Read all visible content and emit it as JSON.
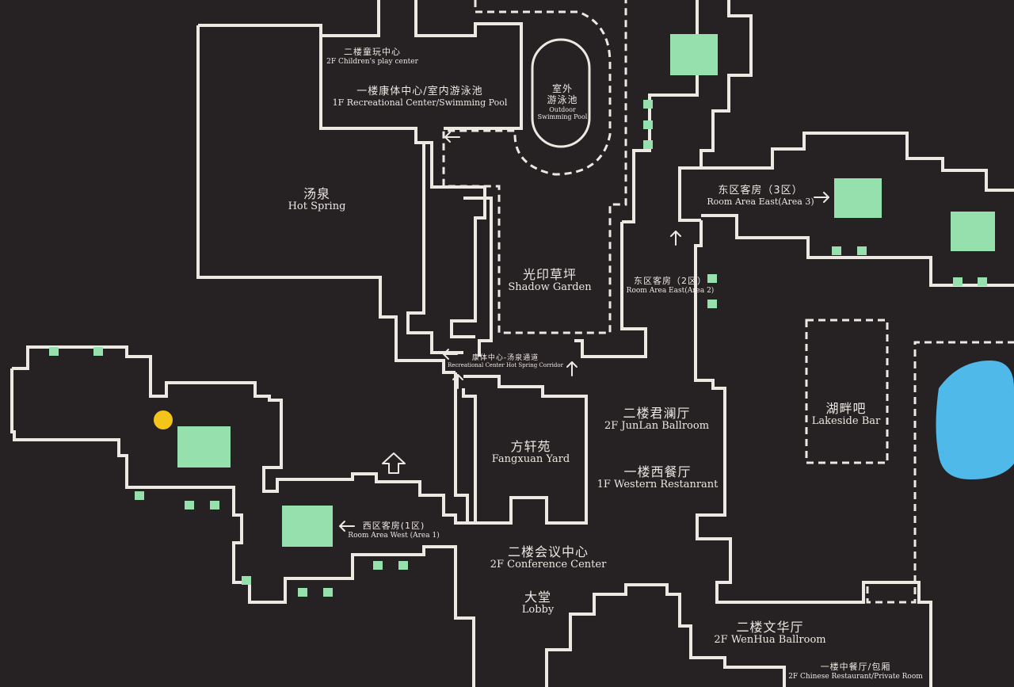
{
  "colors": {
    "background": "#262123",
    "walls": "#ece8e2",
    "room_marker": "#95e0ad",
    "lake": "#4fb9ea",
    "you_are_here": "#f3c41a"
  },
  "labels": {
    "childrens_play": {
      "zh": "二楼童玩中心",
      "en": "2F Children's play center"
    },
    "recreational": {
      "zh": "一楼康体中心/室内游泳池",
      "en": "1F Recreational Center/Swimming Pool"
    },
    "outdoor_pool": {
      "zh1": "室外",
      "zh2": "游泳池",
      "en1": "Outdoor",
      "en2": "Swimming Pool"
    },
    "hot_spring": {
      "zh": "汤泉",
      "en": "Hot Spring"
    },
    "shadow_garden": {
      "zh": "光印草坪",
      "en": "Shadow Garden"
    },
    "room_east_2": {
      "zh": "东区客房（2区）",
      "en": "Room Area East(Area 2)"
    },
    "room_east_3": {
      "zh": "东区客房（3区）",
      "en": "Room Area East(Area 3)"
    },
    "corridor": {
      "zh": "康体中心-汤泉通道",
      "en": "Recreational Center Hot Spring Corridor"
    },
    "junlan": {
      "zh": "二楼君澜厅",
      "en": "2F JunLan Ballroom"
    },
    "western": {
      "zh": "一楼西餐厅",
      "en": "1F Western Restanrant"
    },
    "fangxuan": {
      "zh": "方轩苑",
      "en": "Fangxuan Yard"
    },
    "lakeside": {
      "zh": "湖畔吧",
      "en": "Lakeside Bar"
    },
    "room_west_1": {
      "zh": "西区客房(1区)",
      "en": "Room Area West (Area 1)"
    },
    "conference": {
      "zh": "二楼会议中心",
      "en": "2F Conference Center"
    },
    "lobby": {
      "zh": "大堂",
      "en": "Lobby"
    },
    "wenhua": {
      "zh": "二楼文华厅",
      "en": "2F WenHua Ballroom"
    },
    "chinese": {
      "zh": "一楼中餐厅/包厢",
      "en": "2F Chinese Restaurant/Private Room"
    }
  },
  "icons": [
    "arrow-left-icon",
    "arrow-up-icon",
    "arrow-right-icon",
    "hollow-up-arrow-icon",
    "you-are-here-marker"
  ]
}
